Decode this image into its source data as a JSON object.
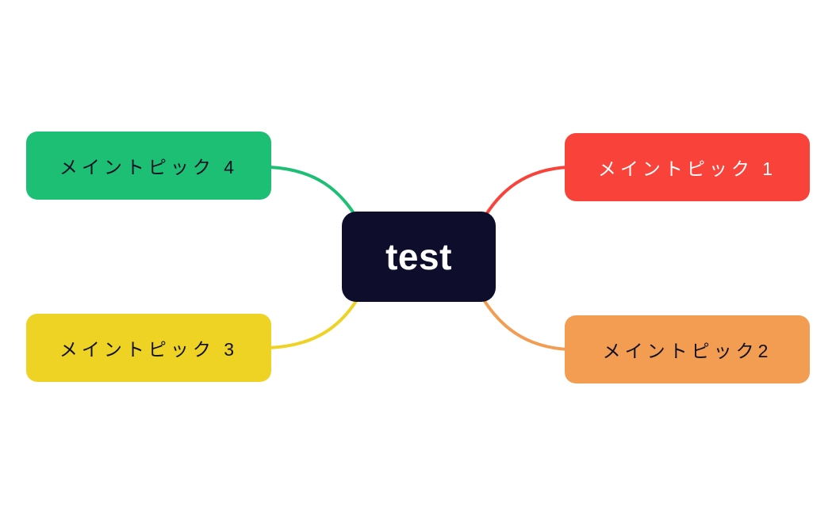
{
  "app": {
    "type": "mind-map",
    "background_color": "#ffffff"
  },
  "root_node": {
    "label": "test",
    "bg_color": "#0e0e2c",
    "text_color": "#ffffff"
  },
  "topics": [
    {
      "id": 1,
      "label": "メイントピック 1",
      "color": "#f8423a",
      "text_color": "#ffffff",
      "position": "top-right"
    },
    {
      "id": 2,
      "label": "メイントピック2",
      "color": "#f29d52",
      "text_color": "#101024",
      "position": "bottom-right"
    },
    {
      "id": 3,
      "label": "メイントピック 3",
      "color": "#eed325",
      "text_color": "#101024",
      "position": "bottom-left"
    },
    {
      "id": 4,
      "label": "メイントピック 4",
      "color": "#1dbf74",
      "text_color": "#101024",
      "position": "top-left"
    }
  ]
}
